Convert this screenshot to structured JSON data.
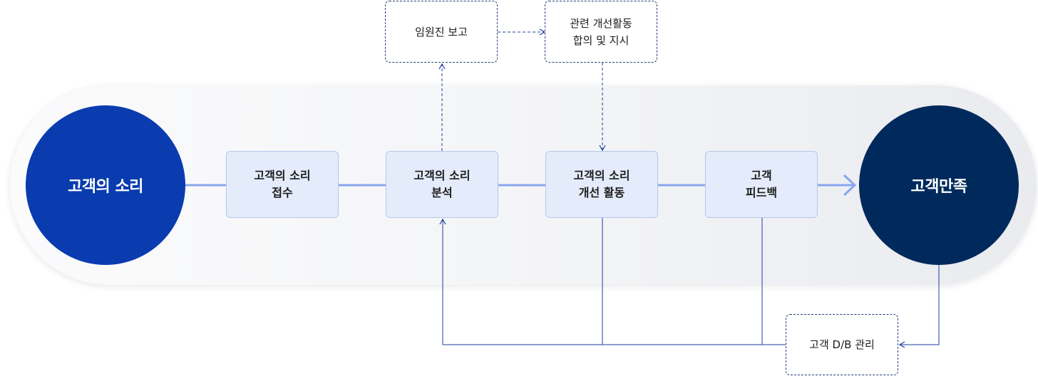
{
  "start": {
    "label": "고객의 소리"
  },
  "end": {
    "label": "고객만족"
  },
  "steps": [
    {
      "line1": "고객의 소리",
      "line2": "접수"
    },
    {
      "line1": "고객의 소리",
      "line2": "분석"
    },
    {
      "line1": "고객의 소리",
      "line2": "개선 활동"
    },
    {
      "line1": "고객",
      "line2": "피드백"
    }
  ],
  "side_boxes": {
    "executive_report": {
      "line1": "임원진 보고"
    },
    "agreement": {
      "line1": "관련 개선활동",
      "line2": "합의 및 지시"
    },
    "customer_db": {
      "line1": "고객 D/B 관리"
    }
  },
  "colors": {
    "start_circle": "#0a3cb0",
    "end_circle": "#002a5c",
    "flow_line": "#8aa6f0",
    "connector": "#1f3f9e",
    "step_fill": "#e4ebfa"
  }
}
